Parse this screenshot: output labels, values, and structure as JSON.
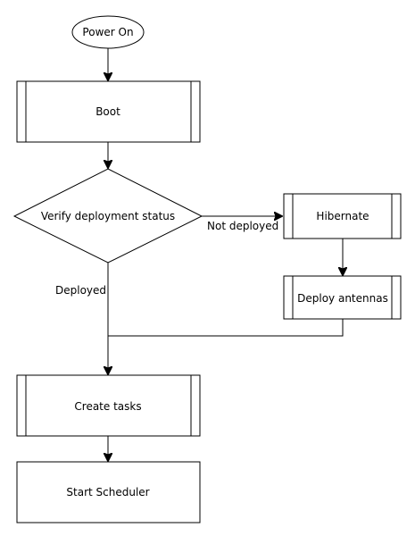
{
  "flowchart": {
    "nodes": {
      "power_on": "Power On",
      "boot": "Boot",
      "verify": "Verify deployment status",
      "hibernate": "Hibernate",
      "deploy_antennas": "Deploy antennas",
      "create_tasks": "Create tasks",
      "start_scheduler": "Start Scheduler"
    },
    "edge_labels": {
      "not_deployed": "Not deployed",
      "deployed": "Deployed"
    }
  }
}
